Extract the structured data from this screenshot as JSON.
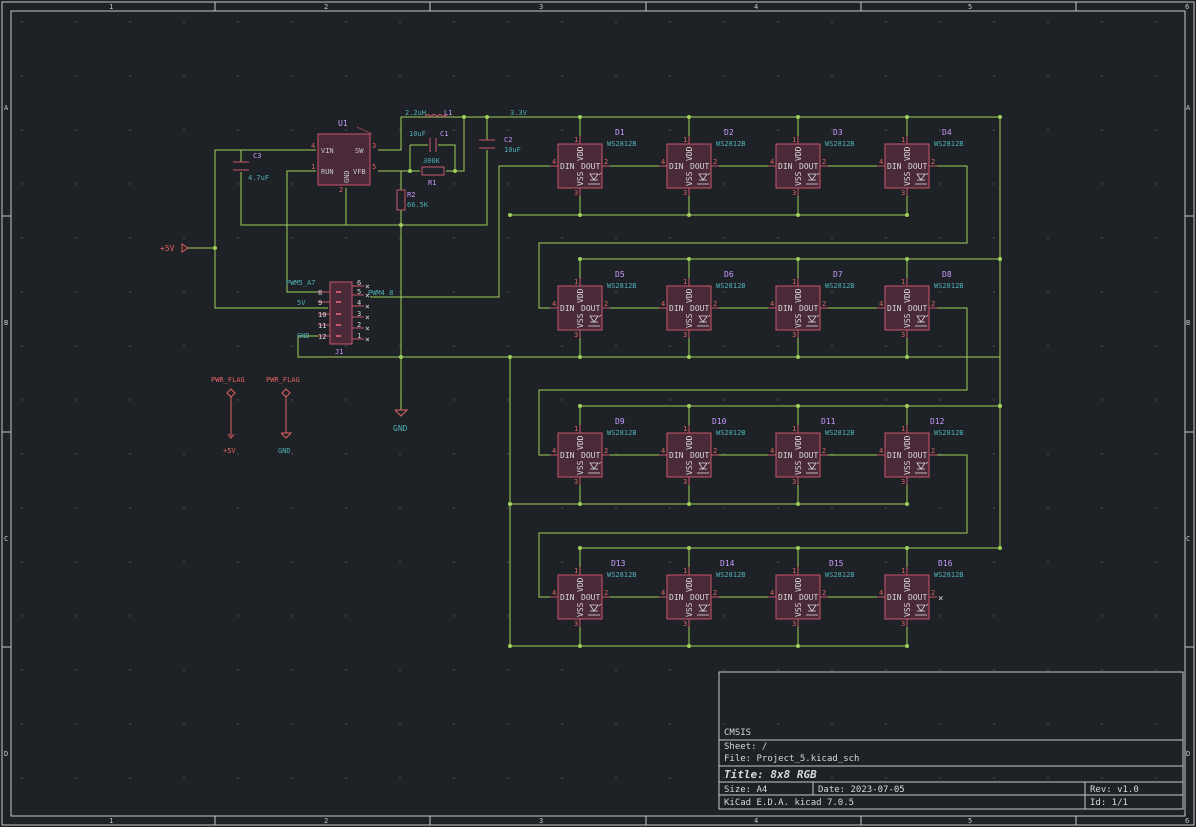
{
  "colors": {
    "background": "#1e2126",
    "frame": "#c8c8c8",
    "wire": "#9ed05a",
    "component": "#c8566a",
    "component_fill": "#4a2a38",
    "ref": "#c89bff",
    "value": "#4fb0b8",
    "power": "#e06464",
    "net_label": "#4fb0b8",
    "text": "#d8d8d8",
    "junction": "#9ed05a"
  },
  "frame": {
    "columns": [
      "1",
      "2",
      "3",
      "4",
      "5",
      "6"
    ],
    "rows": [
      "A",
      "B",
      "C",
      "D"
    ]
  },
  "title_block": {
    "company": "CMSIS",
    "sheet": "Sheet: /",
    "file": "File: Project_5.kicad_sch",
    "title": "Title: 8x8 RGB",
    "size": "Size: A4",
    "date": "Date: 2023-07-05",
    "rev": "Rev: v1.0",
    "tool": "KiCad E.D.A.  kicad 7.0.5",
    "id": "Id: 1/1"
  },
  "power_section": {
    "u1": {
      "ref": "U1",
      "pins": {
        "vin": "VIN",
        "run": "RUN",
        "sw": "SW",
        "vfb": "VFB",
        "gnd": "GND"
      },
      "pin_numbers": [
        "4",
        "1",
        "3",
        "5",
        "2"
      ]
    },
    "l1": {
      "ref": "L1",
      "value": "2.2uH"
    },
    "c1": {
      "ref": "C1",
      "value": "10uF"
    },
    "c2": {
      "ref": "C2",
      "value": "10uF"
    },
    "c3": {
      "ref": "C3",
      "value": "4.7uF"
    },
    "r1": {
      "ref": "R1",
      "value": "300K"
    },
    "r2": {
      "ref": "R2",
      "value": "66.5K"
    },
    "net_3v3": "3.3V",
    "plus5v": "+5V",
    "gnd": "GND"
  },
  "connector": {
    "ref": "J1",
    "labels": [
      "PWM5_A7",
      "5V",
      "GND",
      "PWM4_8"
    ],
    "left_pins": [
      "8",
      "9",
      "10",
      "11",
      "12"
    ],
    "right_pins": [
      "6",
      "5",
      "4",
      "3",
      "2",
      "1"
    ]
  },
  "pwr_flags": [
    {
      "name": "PWR_FLAG",
      "net": "+5V"
    },
    {
      "name": "PWR_FLAG",
      "net": "GND"
    }
  ],
  "led_value": "WS2812B",
  "led_pin_names": {
    "vdd": "VDD",
    "vss": "VSS",
    "din": "DIN",
    "dout": "DOUT"
  },
  "led_pin_numbers": {
    "vdd": "1",
    "vss": "3",
    "din": "4",
    "dout": "2"
  },
  "leds": [
    "D1",
    "D2",
    "D3",
    "D4",
    "D5",
    "D6",
    "D7",
    "D8",
    "D9",
    "D10",
    "D11",
    "D12",
    "D13",
    "D14",
    "D15",
    "D16"
  ]
}
